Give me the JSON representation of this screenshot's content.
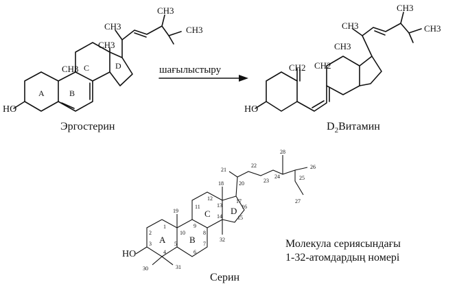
{
  "reaction": {
    "arrow_label": "шағылыстыру"
  },
  "ergosterol": {
    "name": "Эргостерин",
    "ring_labels": [
      "A",
      "B",
      "C",
      "D"
    ],
    "atoms": {
      "oh": "HO",
      "ch3_c10": "CH3",
      "ch3_c13": "CH3",
      "ch3_c21": "CH3",
      "ch3_c28": "CH3",
      "ch3_c26": "CH3"
    }
  },
  "vitamin_d2": {
    "name_prefix": "D",
    "name_subscript": "2",
    "name_suffix": "Витамин",
    "atoms": {
      "oh": "HO",
      "ch2": "CH2",
      "ch3_c13": "CH3",
      "ch3_c21": "CH3",
      "ch3_c28": "CH3",
      "ch3_c26": "CH3",
      "ch2_exo": "CH2"
    }
  },
  "sterane": {
    "name": "Серин",
    "ring_labels": [
      "A",
      "B",
      "C",
      "D"
    ],
    "atom_numbers": [
      "1",
      "2",
      "3",
      "4",
      "5",
      "6",
      "7",
      "8",
      "9",
      "10",
      "11",
      "12",
      "13",
      "14",
      "15",
      "16",
      "17",
      "18",
      "19",
      "20",
      "21",
      "22",
      "23",
      "24",
      "25",
      "26",
      "27",
      "28",
      "30",
      "31",
      "32"
    ],
    "oh": "HO"
  },
  "caption": {
    "line1": "Молекула сериясындағы",
    "line2": "1-32-атомдардың номері"
  }
}
